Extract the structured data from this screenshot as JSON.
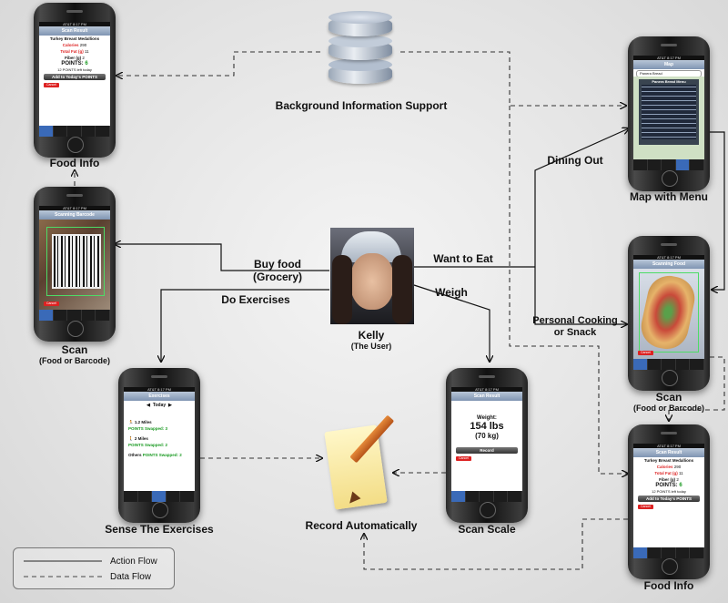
{
  "nodes": {
    "background_info": "Background Information Support",
    "food_info_top": "Food Info",
    "scan_left": "Scan",
    "scan_left_sub": "(Food or Barcode)",
    "user_name": "Kelly",
    "user_sub": "(The User)",
    "sense_exercises": "Sense The Exercises",
    "record_auto": "Record Automatically",
    "scan_scale": "Scan Scale",
    "map_menu": "Map with Menu",
    "scan_right": "Scan",
    "scan_right_sub": "(Food or Barcode)",
    "food_info_bottom": "Food Info"
  },
  "edges": {
    "buy_food": "Buy food",
    "buy_food_2": "(Grocery)",
    "do_exercises": "Do Exercises",
    "want_to_eat": "Want to Eat",
    "weigh": "Weigh",
    "dining_out": "Dining Out",
    "personal_cooking": "Personal Cooking",
    "personal_cooking_2": "or Snack"
  },
  "legend": {
    "action_flow": "Action Flow",
    "data_flow": "Data Flow"
  },
  "screens": {
    "food_info": {
      "nav": "Scan Result",
      "item": "Turkey Breast Medallions",
      "calories_label": "Calories",
      "calories": "290",
      "fat_label": "Total Fat (g)",
      "fat": "11",
      "fiber_label": "Fiber (g)",
      "fiber": "2",
      "points_label": "POINTS:",
      "points": "6",
      "points_left": "12 POINTS left today",
      "add_btn": "Add to Today's POINTS",
      "cancel": "Cancel"
    },
    "scan_barcode": {
      "nav": "Scanning Barcode"
    },
    "scan_food": {
      "nav": "Scanning Food"
    },
    "map": {
      "nav": "Map",
      "search": "Panera Bread",
      "menu_title": "Panera Bread Menu"
    },
    "exercises": {
      "nav": "Exercises",
      "day": "Today",
      "ex1": "1.2 Miles",
      "ex1_pts": "POINTS Swapped: 3",
      "ex2": "2 Miles",
      "ex2_pts": "POINTS Swapped: 2",
      "ex3": "Others",
      "ex3_pts": "POINTS Swapped: 2"
    },
    "scale": {
      "nav": "Scan Result",
      "weight_label": "Weight:",
      "weight": "154 lbs",
      "weight_kg": "(70 kg)",
      "record": "Record",
      "cancel": "Cancel"
    }
  },
  "colors": {
    "action_line": "#111111",
    "data_line": "#333333",
    "accent_red": "#d22222",
    "accent_green": "#1a9a22"
  }
}
